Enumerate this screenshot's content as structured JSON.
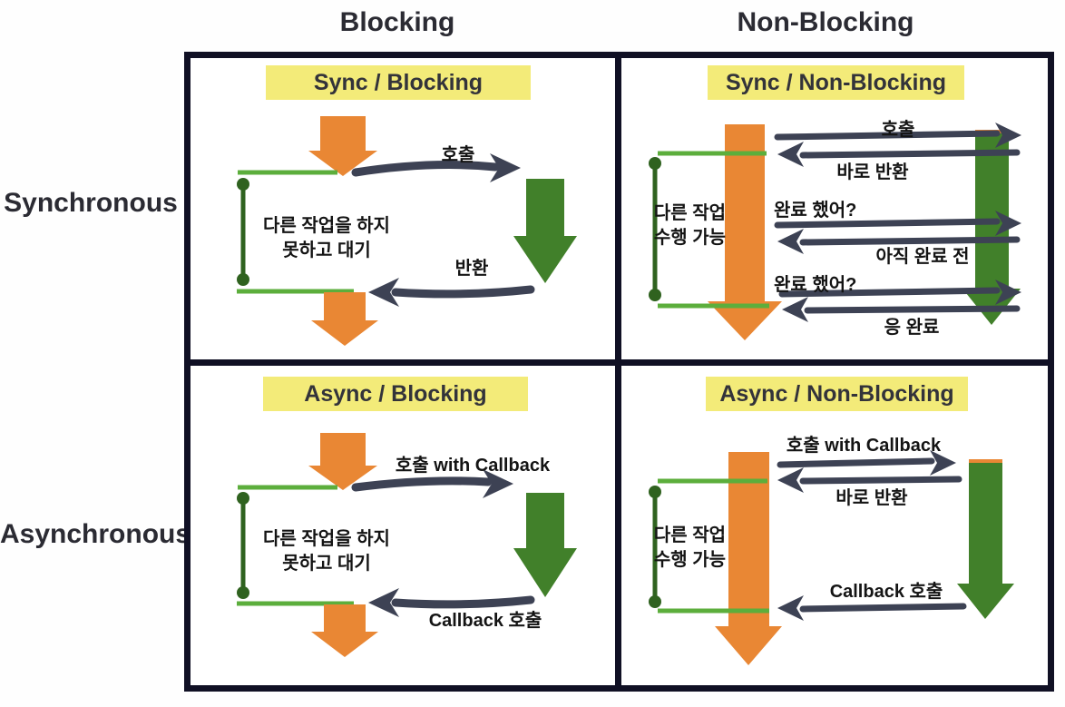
{
  "page": {
    "col_headers": {
      "blocking": "Blocking",
      "non_blocking": "Non-Blocking"
    },
    "row_headers": {
      "synchronous": "Synchronous",
      "asynchronous": "Asynchronous"
    }
  },
  "quadrants": {
    "sync_blocking": {
      "title": "Sync / Blocking",
      "call": "호출",
      "return": "반환",
      "wait_line1": "다른 작업을 하지",
      "wait_line2": "못하고 대기"
    },
    "sync_non_blocking": {
      "title": "Sync / Non-Blocking",
      "call": "호출",
      "immediate_return": "바로 반환",
      "done_question1": "완료 했어?",
      "not_done_yet": "아직 완료 전",
      "done_question2": "완료 했어?",
      "yes_done": "응 완료",
      "other_work_line1": "다른 작업",
      "other_work_line2": "수행 가능"
    },
    "async_blocking": {
      "title": "Async / Blocking",
      "call": "호출 with Callback",
      "return": "Callback 호출",
      "wait_line1": "다른 작업을 하지",
      "wait_line2": "못하고 대기"
    },
    "async_non_blocking": {
      "title": "Async / Non-Blocking",
      "call": "호출 with Callback",
      "immediate_return": "바로 반환",
      "callback_call": "Callback 호출",
      "other_work_line1": "다른 작업",
      "other_work_line2": "수행 가능"
    }
  },
  "colors": {
    "caller_orange": "#e98734",
    "callee_green": "#41802a",
    "timeline_green": "#5cae3c",
    "bracket_green": "#2f621f",
    "arrow_navy": "#3d4254",
    "banner_yellow": "#f3eb79",
    "grid_border": "#101024"
  }
}
